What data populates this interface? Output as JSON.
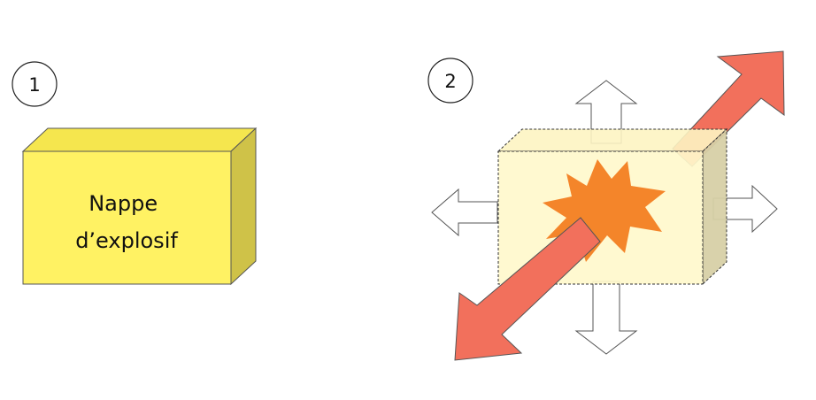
{
  "steps": [
    {
      "number": "1",
      "label_lines": [
        "Nappe",
        "d’explosif"
      ]
    },
    {
      "number": "2"
    }
  ],
  "colors": {
    "explosive_front": "#fff263",
    "explosive_top": "#f5e64e",
    "explosive_side": "#cfc248",
    "burst_front": "#fff8cc",
    "burst_top": "#fdf4c2",
    "burst_side": "#d7d0a6",
    "blast": "#f4852a",
    "big_arrow": "#f2705c",
    "small_arrow": "#ffffff",
    "outline": "#555555"
  },
  "icons": {
    "blast_star": "explosion-star-icon",
    "big_arrows": "jet-arrow-icon",
    "small_arrows": "expansion-arrow-icon"
  }
}
